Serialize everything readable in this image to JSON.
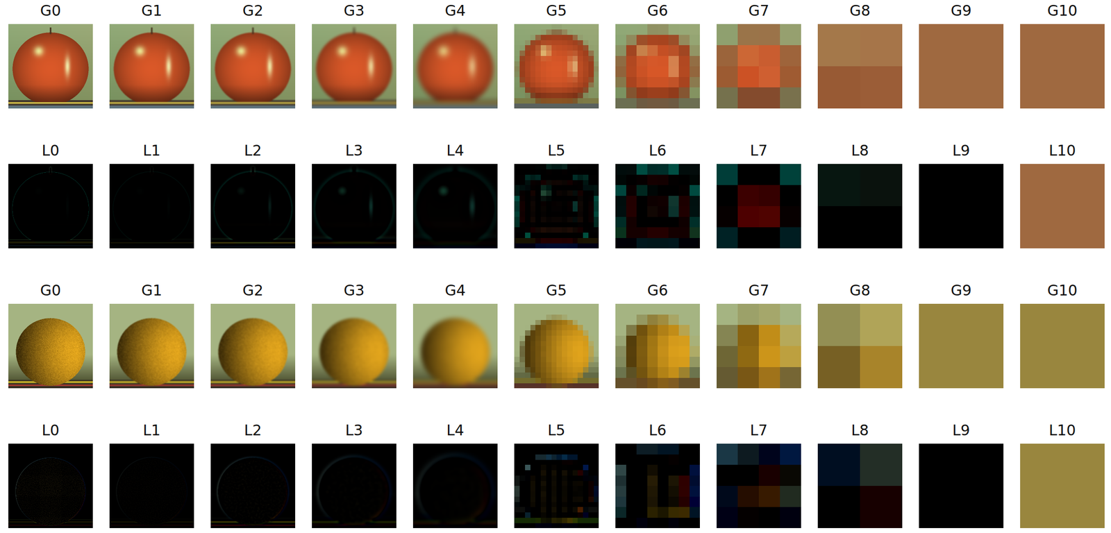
{
  "diagram": {
    "nodes": [
      {
        "text": [
          "G0"
        ]
      },
      {
        "text": [
          "G1"
        ]
      },
      {
        "text": [
          "G2"
        ]
      },
      {
        "text": [
          "G3"
        ]
      },
      {
        "text": [
          "G4"
        ]
      },
      {
        "text": [
          "G5"
        ]
      },
      {
        "text": [
          "G6"
        ]
      },
      {
        "text": [
          "G7"
        ]
      },
      {
        "text": [
          "G8"
        ]
      },
      {
        "text": [
          "G9"
        ]
      },
      {
        "text": [
          "G10"
        ]
      },
      {
        "text": [
          "L0"
        ]
      },
      {
        "text": [
          "L1"
        ]
      },
      {
        "text": [
          "L2"
        ]
      },
      {
        "text": [
          "L3"
        ]
      },
      {
        "text": [
          "L4"
        ]
      },
      {
        "text": [
          "L5"
        ]
      },
      {
        "text": [
          "L6"
        ]
      },
      {
        "text": [
          "L7"
        ]
      },
      {
        "text": [
          "L8"
        ]
      },
      {
        "text": [
          "L9"
        ]
      },
      {
        "text": [
          "L10"
        ]
      },
      {
        "text": [
          "G0"
        ]
      },
      {
        "text": [
          "G1"
        ]
      },
      {
        "text": [
          "G2"
        ]
      },
      {
        "text": [
          "G3"
        ]
      },
      {
        "text": [
          "G4"
        ]
      },
      {
        "text": [
          "G5"
        ]
      },
      {
        "text": [
          "G6"
        ]
      },
      {
        "text": [
          "G7"
        ]
      },
      {
        "text": [
          "G8"
        ]
      },
      {
        "text": [
          "G9"
        ]
      },
      {
        "text": [
          "G10"
        ]
      },
      {
        "text": [
          "L0"
        ]
      },
      {
        "text": [
          "L1"
        ]
      },
      {
        "text": [
          "L2"
        ]
      },
      {
        "text": [
          "L3"
        ]
      },
      {
        "text": [
          "L4"
        ]
      },
      {
        "text": [
          "L5"
        ]
      },
      {
        "text": [
          "L6"
        ]
      },
      {
        "text": [
          "L7"
        ]
      },
      {
        "text": [
          "L8"
        ]
      },
      {
        "text": [
          "L9"
        ]
      },
      {
        "text": [
          "L10"
        ]
      }
    ]
  }
}
